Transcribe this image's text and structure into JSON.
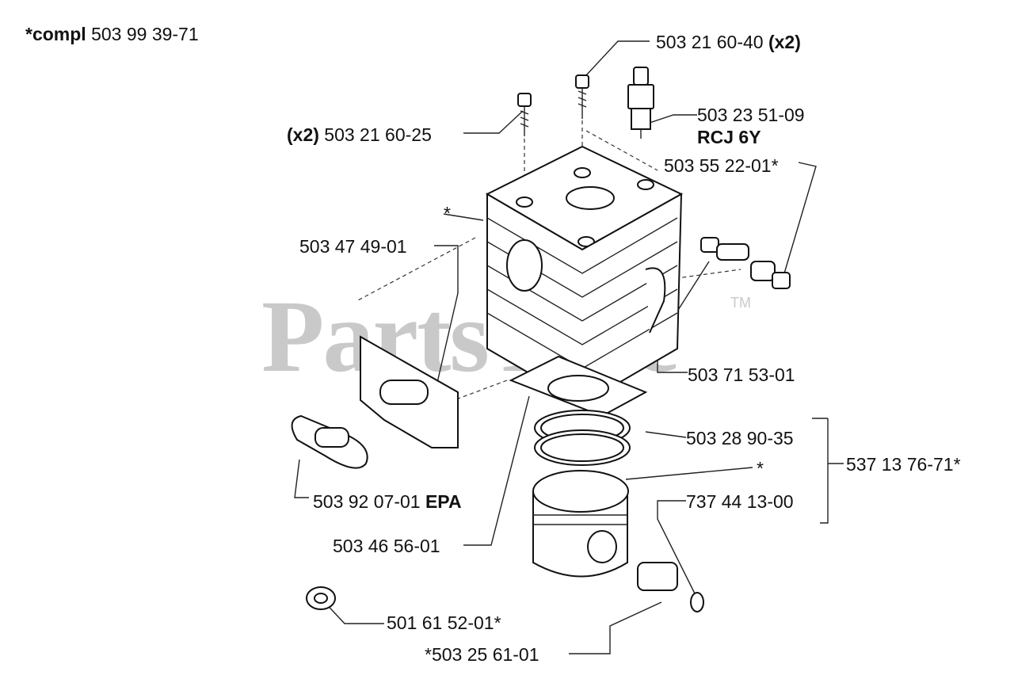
{
  "watermark": {
    "text": "PartsTree",
    "tm": "TM"
  },
  "labels": {
    "compl_prefix": "*compl",
    "compl_num": "503 99 39-71",
    "screw_top_num": "503 21 60-40",
    "screw_top_qty": "(x2)",
    "spark_num": "503 23 51-09",
    "spark_type": "RCJ 6Y",
    "screw_left_qty": "(x2)",
    "screw_left_num": "503 21 60-25",
    "plug55": "503 55 22-01*",
    "cyl_star": "*",
    "gasket": "503 47 49-01",
    "valve": "503 71 53-01",
    "rings": "503 28 90-35",
    "kit": "537 13 76-71*",
    "piston_star": "*",
    "circlip": "737 44 13-00",
    "muffler_gasket_num": "503 92 07-01",
    "muffler_gasket_epa": "EPA",
    "base_gasket": "503 46 56-01",
    "plug61": "501 61 52-01*",
    "bearing": "*503 25 61-01"
  }
}
